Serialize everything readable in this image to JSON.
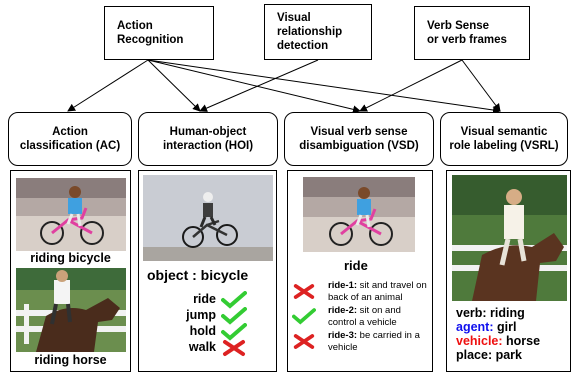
{
  "top_tasks": {
    "action_recognition": "Action\nRecognition",
    "visual_relationship": "Visual\nrelationship\ndetection",
    "verb_sense": "Verb Sense\nor verb frames"
  },
  "mid_tasks": {
    "ac": "Action\nclassification (AC)",
    "hoi": "Human-object\ninteraction (HOI)",
    "vsd": "Visual verb sense\ndisambiguation (VSD)",
    "vsrl": "Visual semantic\nrole labeling (VSRL)"
  },
  "ac_panel": {
    "caption_top": "riding bicycle",
    "caption_bottom": "riding horse"
  },
  "hoi_panel": {
    "object_label": "object : bicycle",
    "verbs": [
      {
        "verb": "ride",
        "correct": true
      },
      {
        "verb": "jump",
        "correct": true
      },
      {
        "verb": "hold",
        "correct": true
      },
      {
        "verb": "walk",
        "correct": false
      }
    ]
  },
  "vsd_panel": {
    "verb": "ride",
    "senses": [
      {
        "id": "ride-1:",
        "text": " sit and travel on back of an animal",
        "correct": false
      },
      {
        "id": "ride-2:",
        "text": "  sit on and control a vehicle",
        "correct": true
      },
      {
        "id": "ride-3:",
        "text": " be carried in a vehicle",
        "correct": false
      }
    ]
  },
  "vsrl_panel": {
    "verb_line": "verb: riding",
    "agent_key": "agent:",
    "agent_value": " girl",
    "vehicle_key": "vehicle:",
    "vehicle_value": " horse",
    "place_line": "place: park"
  },
  "colors": {
    "check": "#33cc33",
    "cross": "#dd2222",
    "agent": "#1010ee",
    "vehicle": "#ee1010"
  }
}
